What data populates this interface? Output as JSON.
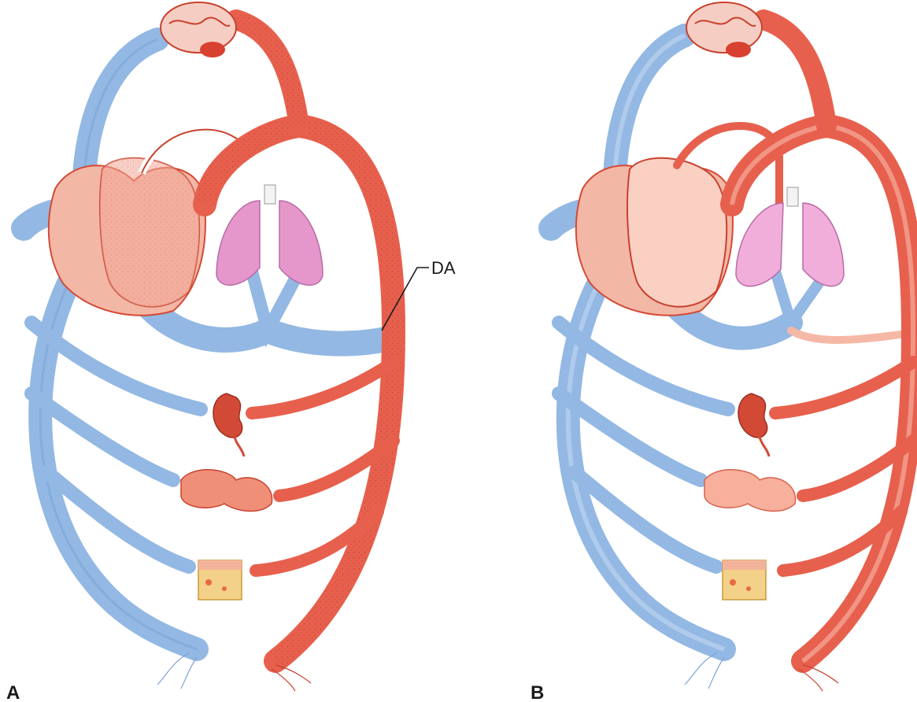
{
  "panels": [
    {
      "label": "A",
      "variant": "fetal",
      "callouts": [
        "DA"
      ]
    },
    {
      "label": "B",
      "variant": "adult",
      "callouts": []
    }
  ],
  "colors": {
    "vein": "#93b8e3",
    "vein_dark": "#6f97c8",
    "artery": "#e7604d",
    "artery_dark": "#c8412f",
    "lung": "#ec9fd0",
    "heart_fill": "#f3b7a6",
    "closed_vessel": "#f6b8a6"
  }
}
